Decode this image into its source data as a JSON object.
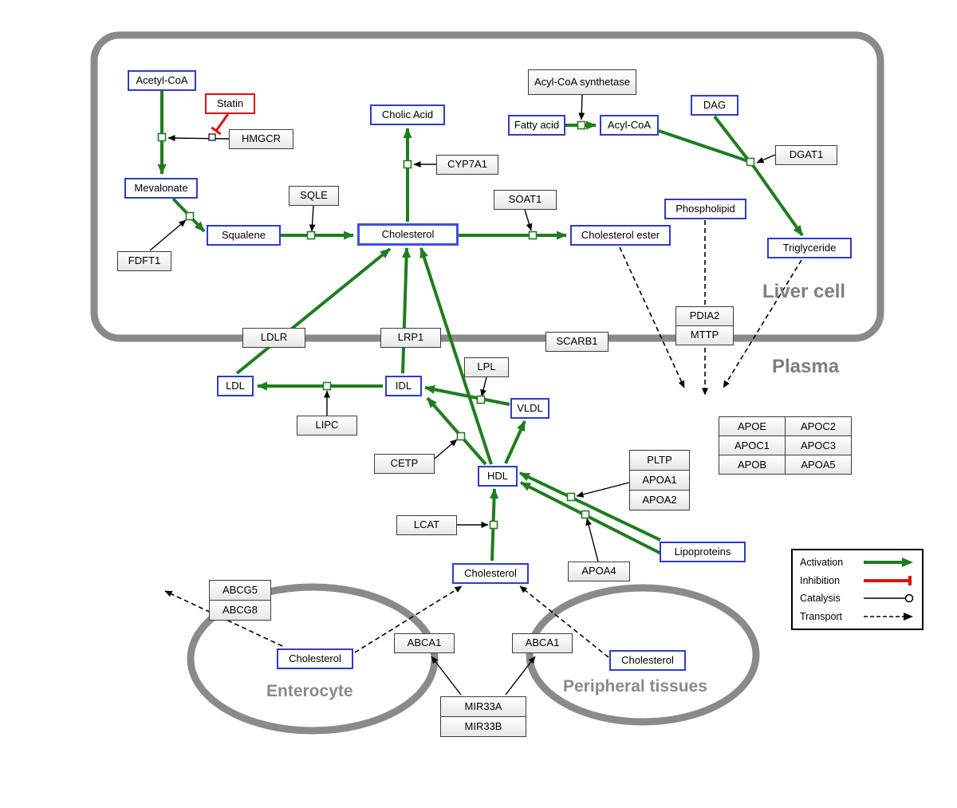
{
  "regions": {
    "liver": "Liver cell",
    "plasma": "Plasma",
    "enterocyte": "Enterocyte",
    "peripheral": "Peripheral tissues"
  },
  "metabolites": {
    "acetyl_coa": "Acetyl-CoA",
    "mevalonate": "Mevalonate",
    "squalene": "Squalene",
    "cholic_acid": "Cholic Acid",
    "cholesterol_liver": "Cholesterol",
    "cholesterol_ester": "Cholesterol ester",
    "fatty_acid": "Fatty acid",
    "acyl_coa": "Acyl-CoA",
    "dag": "DAG",
    "phospholipid": "Phospholipid",
    "triglyceride": "Triglyceride",
    "ldl": "LDL",
    "idl": "IDL",
    "vldl": "VLDL",
    "hdl": "HDL",
    "cholesterol_plasma": "Cholesterol",
    "lipoproteins": "Lipoproteins",
    "cholesterol_enterocyte": "Cholesterol",
    "cholesterol_peripheral": "Cholesterol"
  },
  "genes": {
    "statin": "Statin",
    "hmgcr": "HMGCR",
    "fdft1": "FDFT1",
    "sqle": "SQLE",
    "cyp7a1": "CYP7A1",
    "soat1": "SOAT1",
    "acyl_coa_synthetase": "Acyl-CoA synthetase",
    "dgat1": "DGAT1",
    "ldlr": "LDLR",
    "lrp1": "LRP1",
    "scarb1": "SCARB1",
    "pdia2": "PDIA2",
    "mttp": "MTTP",
    "lipc": "LIPC",
    "lpl": "LPL",
    "cetp": "CETP",
    "lcat": "LCAT",
    "pltp": "PLTP",
    "apoa1": "APOA1",
    "apoa2": "APOA2",
    "apoa4": "APOA4",
    "abcg5": "ABCG5",
    "abcg8": "ABCG8",
    "abca1_enterocyte": "ABCA1",
    "abca1_peripheral": "ABCA1",
    "mir33a": "MIR33A",
    "mir33b": "MIR33B"
  },
  "apo_table": {
    "rows": [
      [
        "APOE",
        "APOC2"
      ],
      [
        "APOC1",
        "APOC3"
      ],
      [
        "APOB",
        "APOA5"
      ]
    ]
  },
  "legend": {
    "activation": "Activation",
    "inhibition": "Inhibition",
    "catalysis": "Catalysis",
    "transport": "Transport"
  },
  "colors": {
    "activation_green": "#1e7d1e",
    "inhibition_red": "#e01010",
    "metabolite_border_blue": "#2d3bd0",
    "membrane_gray": "#8a8a8a"
  }
}
